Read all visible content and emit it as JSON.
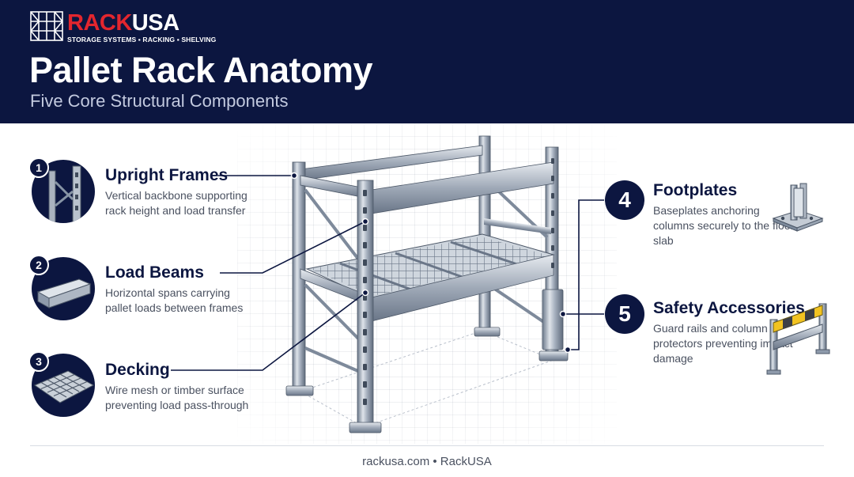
{
  "brand": {
    "name_part1": "RACK",
    "name_part2": "USA",
    "tagline": "STORAGE SYSTEMS ▪ RACKING ▪ SHELVING",
    "red": "#e3262e",
    "navy": "#0c1640"
  },
  "header": {
    "title": "Pallet Rack Anatomy",
    "subtitle": "Five Core Structural Components"
  },
  "components": [
    {
      "number": "1",
      "title": "Upright Frames",
      "description": "Vertical backbone supporting rack height and load transfer",
      "icon": "upright-frame-icon"
    },
    {
      "number": "2",
      "title": "Load Beams",
      "description": "Horizontal spans carrying pallet loads between frames",
      "icon": "load-beam-icon"
    },
    {
      "number": "3",
      "title": "Decking",
      "description": "Wire mesh or timber surface preventing load pass-through",
      "icon": "wire-deck-icon"
    },
    {
      "number": "4",
      "title": "Footplates",
      "description": "Baseplates anchoring columns securely to the floor slab",
      "icon": "footplate-icon"
    },
    {
      "number": "5",
      "title": "Safety Accessories",
      "description": "Guard rails and column protectors preventing impact damage",
      "icon": "guard-rail-icon"
    }
  ],
  "footer": {
    "text": "rackusa.com • RackUSA"
  }
}
